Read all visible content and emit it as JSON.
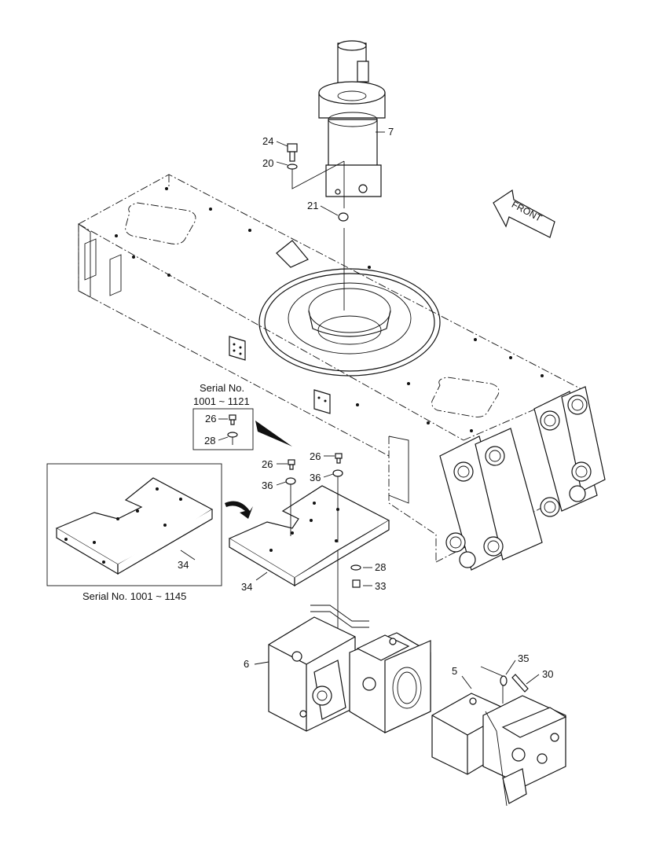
{
  "callouts": {
    "c7": "7",
    "c24": "24",
    "c20": "20",
    "c21": "21",
    "c26a": "26",
    "c28a": "28",
    "c26b": "26",
    "c26c": "26",
    "c36a": "36",
    "c36b": "36",
    "c34a": "34",
    "c34b": "34",
    "c28b": "28",
    "c33": "33",
    "c6": "6",
    "c5": "5",
    "c35": "35",
    "c30": "30"
  },
  "front_label": "FRONT",
  "serial_box_1": {
    "line1": "Serial No.",
    "line2": "1001 ~ 1121"
  },
  "serial_box_2": {
    "label": "Serial No. 1001 ~ 1145"
  }
}
